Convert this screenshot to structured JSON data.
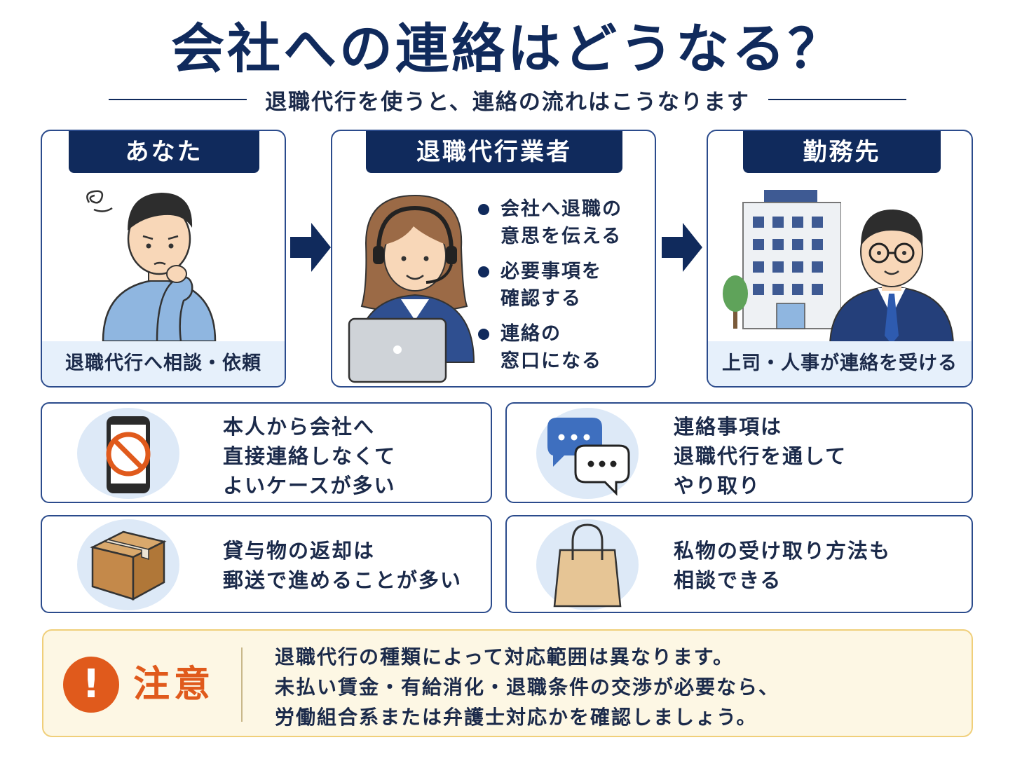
{
  "title": "会社への連絡はどうなる？",
  "subtitle": "退職代行を使うと、連絡の流れはこうなります",
  "flow": [
    {
      "heading": "あなた",
      "caption": "退職代行へ相談・依頼"
    },
    {
      "heading": "退職代行業者",
      "bullets": [
        "会社へ退職の",
        "意思を伝える",
        "必要事項を",
        "確認する",
        "連絡の",
        "窓口になる"
      ]
    },
    {
      "heading": "勤務先",
      "caption": "上司・人事が連絡を受ける"
    }
  ],
  "cards": [
    {
      "lines": [
        "本人から会社へ",
        "直接連絡しなくて",
        "よいケースが多い"
      ],
      "icon": "no-phone-icon"
    },
    {
      "lines": [
        "連絡事項は",
        "退職代行を通して",
        "やり取り"
      ],
      "icon": "chat-bubbles-icon"
    },
    {
      "lines": [
        "貸与物の返却は",
        "郵送で進めることが多い"
      ],
      "icon": "cardboard-box-icon"
    },
    {
      "lines": [
        "私物の受け取り方法も",
        "相談できる"
      ],
      "icon": "shopping-bag-icon"
    }
  ],
  "note": {
    "mark": "!",
    "label": "注意",
    "lines": [
      "退職代行の種類によって対応範囲は異なります。",
      "未払い賃金・有給消化・退職条件の交渉が必要なら、",
      "労働組合系または弁護士対応かを確認しましょう。"
    ]
  },
  "colors": {
    "navy": "#102a5c",
    "border": "#2b4b8c",
    "accent": "#e05a1c",
    "note_bg": "#fdf7e4",
    "light_blue": "#e6f0fb"
  }
}
